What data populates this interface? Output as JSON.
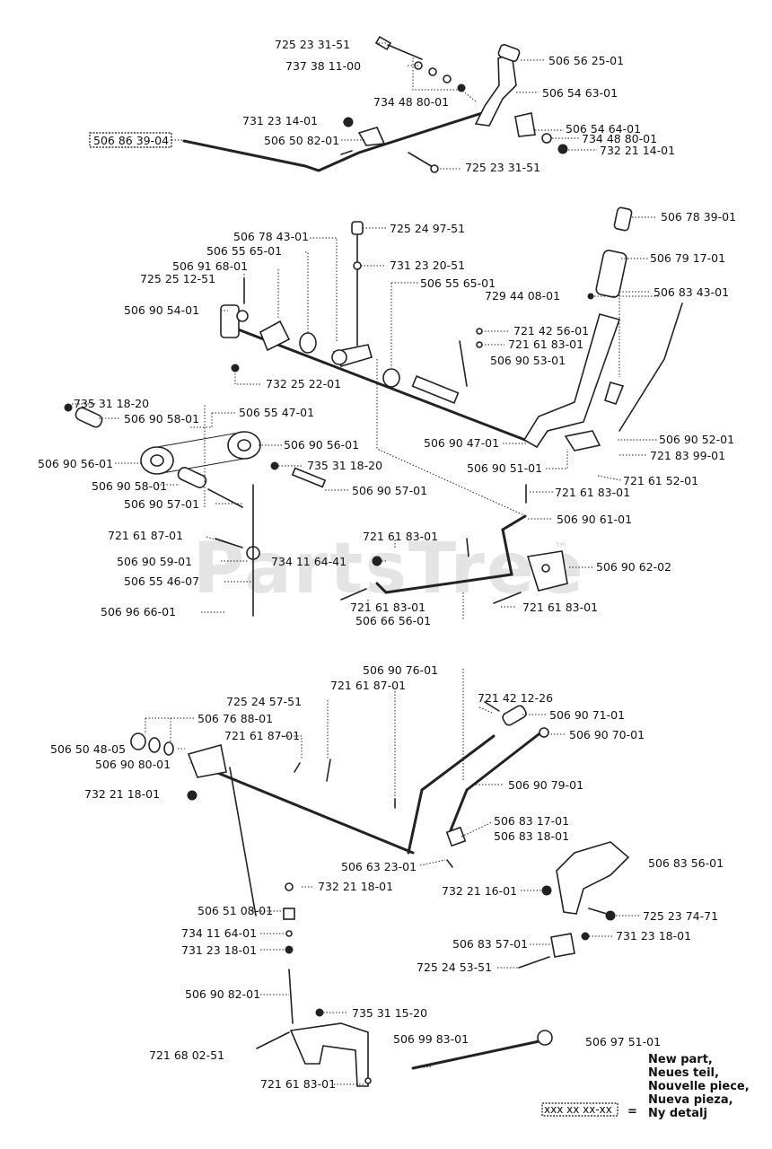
{
  "watermark": {
    "text": "PartsTree",
    "tm": "™"
  },
  "highlighted_part": "506 86 39-04",
  "legend": {
    "lines": [
      "New part,",
      "Neues teil,",
      "Nouvelle piece,",
      "Nueva pieza,",
      "Ny detalj"
    ],
    "code": "xxx xx xx-xx",
    "equals": "="
  },
  "labels": [
    "725 23 31-51",
    "737 38 11-00",
    "734 48 80-01",
    "731 23 14-01",
    "506 50 82-01",
    "725 23 31-51",
    "506 56 25-01",
    "506 54 63-01",
    "506 54 64-01",
    "734 48 80-01",
    "732 21 14-01",
    "506 78 43-01",
    "506 55 65-01",
    "506 91 68-01",
    "725 25 12-51",
    "506 90 54-01",
    "725 24 97-51",
    "731 23 20-51",
    "506 55 65-01",
    "506 78 39-01",
    "506 79 17-01",
    "729 44 08-01",
    "506 83 43-01",
    "721 42 56-01",
    "721 61 83-01",
    "506 90 53-01",
    "732 25 22-01",
    "735 31 18-20",
    "506 90 58-01",
    "506 55 47-01",
    "506 90 56-01",
    "506 90 56-01",
    "735 31 18-20",
    "506 90 58-01",
    "506 90 57-01",
    "506 90 57-01",
    "506 90 47-01",
    "506 90 51-01",
    "506 90 52-01",
    "721 83 99-01",
    "721 61 52-01",
    "721 61 83-01",
    "506 90 61-01",
    "721 61 87-01",
    "721 61 83-01",
    "506 90 59-01",
    "734 11 64-41",
    "506 90 62-02",
    "506 55 46-07",
    "721 61 83-01",
    "721 61 83-01",
    "506 66 56-01",
    "506 96 66-01",
    "506 90 76-01",
    "721 61 87-01",
    "725 24 57-51",
    "506 76 88-01",
    "721 61 87-01",
    "506 50 48-05",
    "506 90 80-01",
    "732 21 18-01",
    "721 42 12-26",
    "506 90 71-01",
    "506 90 70-01",
    "506 90 79-01",
    "506 83 17-01",
    "506 83 18-01",
    "506 83 56-01",
    "506 63 23-01",
    "732 21 16-01",
    "725 23 74-71",
    "732 21 18-01",
    "506 51 08-01",
    "734 11 64-01",
    "731 23 18-01",
    "506 83 57-01",
    "731 23 18-01",
    "725 24 53-51",
    "506 90 82-01",
    "735 31 15-20",
    "721 68 02-51",
    "506 99 83-01",
    "506 97 51-01",
    "721 61 83-01"
  ]
}
